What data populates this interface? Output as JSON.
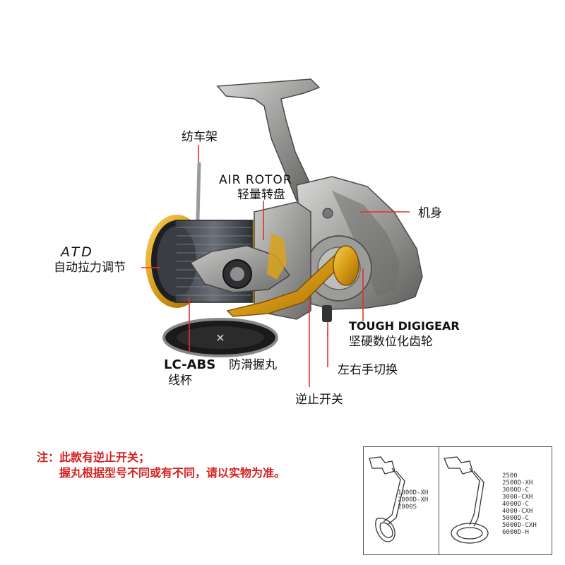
{
  "labels": {
    "frame_stand": "纺车架",
    "air_rotor_en": "AIR ROTOR",
    "air_rotor_cn": "轻量转盘",
    "body": "机身",
    "atd_logo": "ATD",
    "atd_cn": "自动拉力调节",
    "digigear_en": "TOUGH DIGIGEAR",
    "digigear_cn": "坚硬数位化齿轮",
    "lc_abs_en": "LC-ABS",
    "lc_abs_cn": "线杯",
    "knob": "防滑握丸",
    "switch_hand": "左右手切换",
    "anti_reverse": "逆止开关"
  },
  "notes": {
    "line1": "注：此款有逆止开关；",
    "line2": "握丸根据型号不同或有不同，请以实物为准。"
  },
  "inset": {
    "left_models": [
      "1000D-XH",
      "2000D-XH",
      "2000S"
    ],
    "right_models": [
      "2500",
      "2500D-XH",
      "3000D-C",
      "3000-CXH",
      "4000D-C",
      "4000-CXH",
      "5000D-C",
      "5000D-CXH",
      "6000D-H"
    ]
  },
  "colors": {
    "annotation_line": "#e53030",
    "note_text": "#d42020",
    "gold": "#d9a21b",
    "frame_gray": "#8a8a88"
  }
}
